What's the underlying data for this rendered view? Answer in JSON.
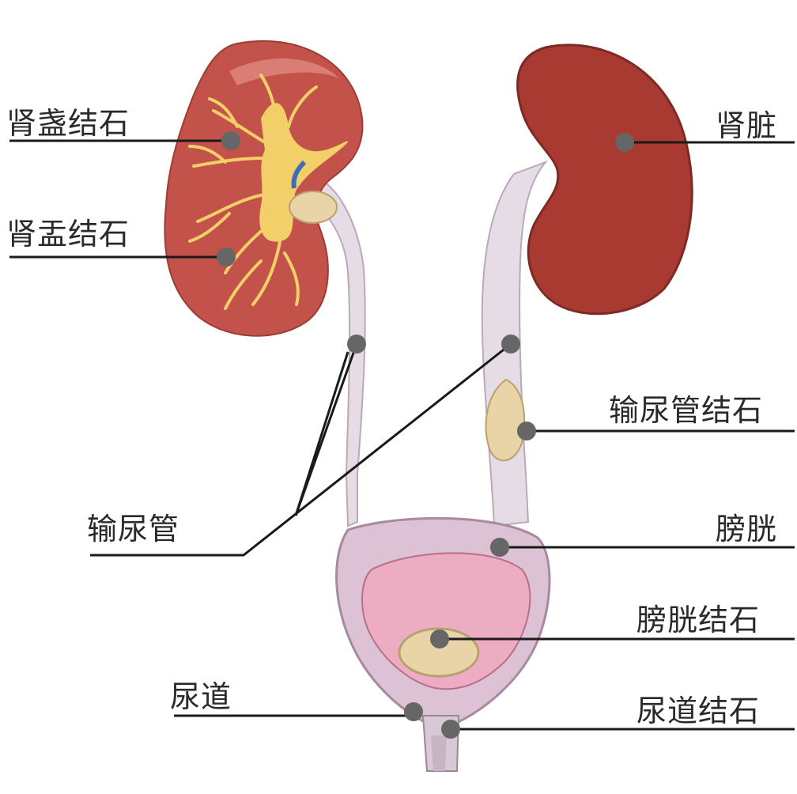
{
  "labels": {
    "renal_calyx_stone": "肾盏结石",
    "renal_pelvis_stone": "肾盂结石",
    "kidney": "肾脏",
    "ureteral_stone": "输尿管结石",
    "ureter": "输尿管",
    "bladder": "膀胱",
    "bladder_stone": "膀胱结石",
    "urethra": "尿道",
    "urethral_stone": "尿道结石"
  },
  "colors": {
    "kidney": "#a83a32",
    "kidney_cortex": "#c2524a",
    "calyx": "#f3cf6a",
    "ureter": "#e6dce6",
    "bladder_outer": "#dcc2d4",
    "bladder_inner": "#ecadc3",
    "stone": "#e8d4a6",
    "marker": "#666666",
    "line": "#1a1a1a"
  }
}
